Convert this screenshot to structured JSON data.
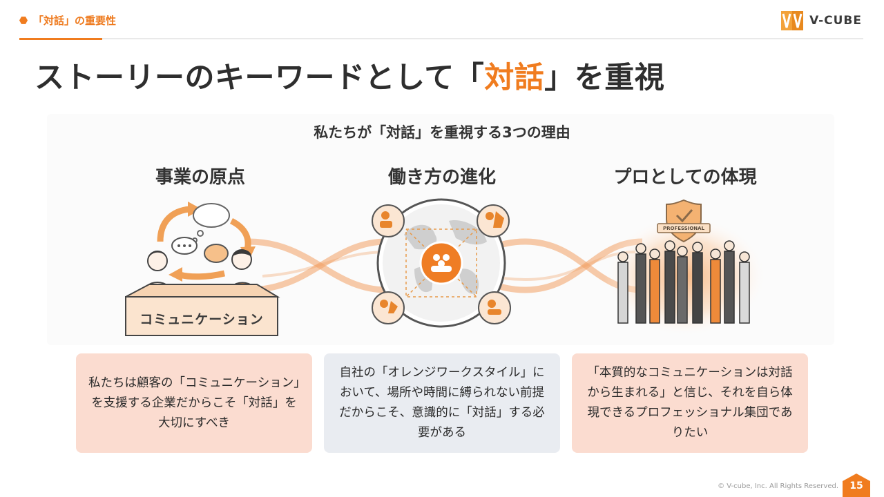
{
  "header": {
    "section_label": "「対話」の重要性",
    "brand": "V-CUBE",
    "title_before": "ストーリーのキーワードとして「",
    "title_accent": "対話",
    "title_after": "」を重視"
  },
  "diagram": {
    "title": "私たちが「対話」を重視する3つの理由",
    "columns": [
      {
        "heading": "事業の原点",
        "box_label": "コミュニケーション"
      },
      {
        "heading": "働き方の進化"
      },
      {
        "heading": "プロとしての体現",
        "badge_label": "PROFESSIONAL"
      }
    ]
  },
  "cards": [
    {
      "text": "私たちは顧客の「コミュニケーション」を支援する企業だからこそ「対話」を大切にすべき"
    },
    {
      "text": "自社の「オレンジワークスタイル」において、場所や時間に縛られない前提だからこそ、意識的に「対話」する必要がある"
    },
    {
      "text": "「本質的なコミュニケーションは対話から生まれる」と信じ、それを自ら体現できるプロフェッショナル集団でありたい"
    }
  ],
  "footer": {
    "copyright": "© V-cube, Inc. All Rights Reserved.",
    "page_number": "15"
  },
  "colors": {
    "accent": "#f07c1f",
    "card_warm": "#fbdcd0",
    "card_cool": "#e9ecf1"
  }
}
